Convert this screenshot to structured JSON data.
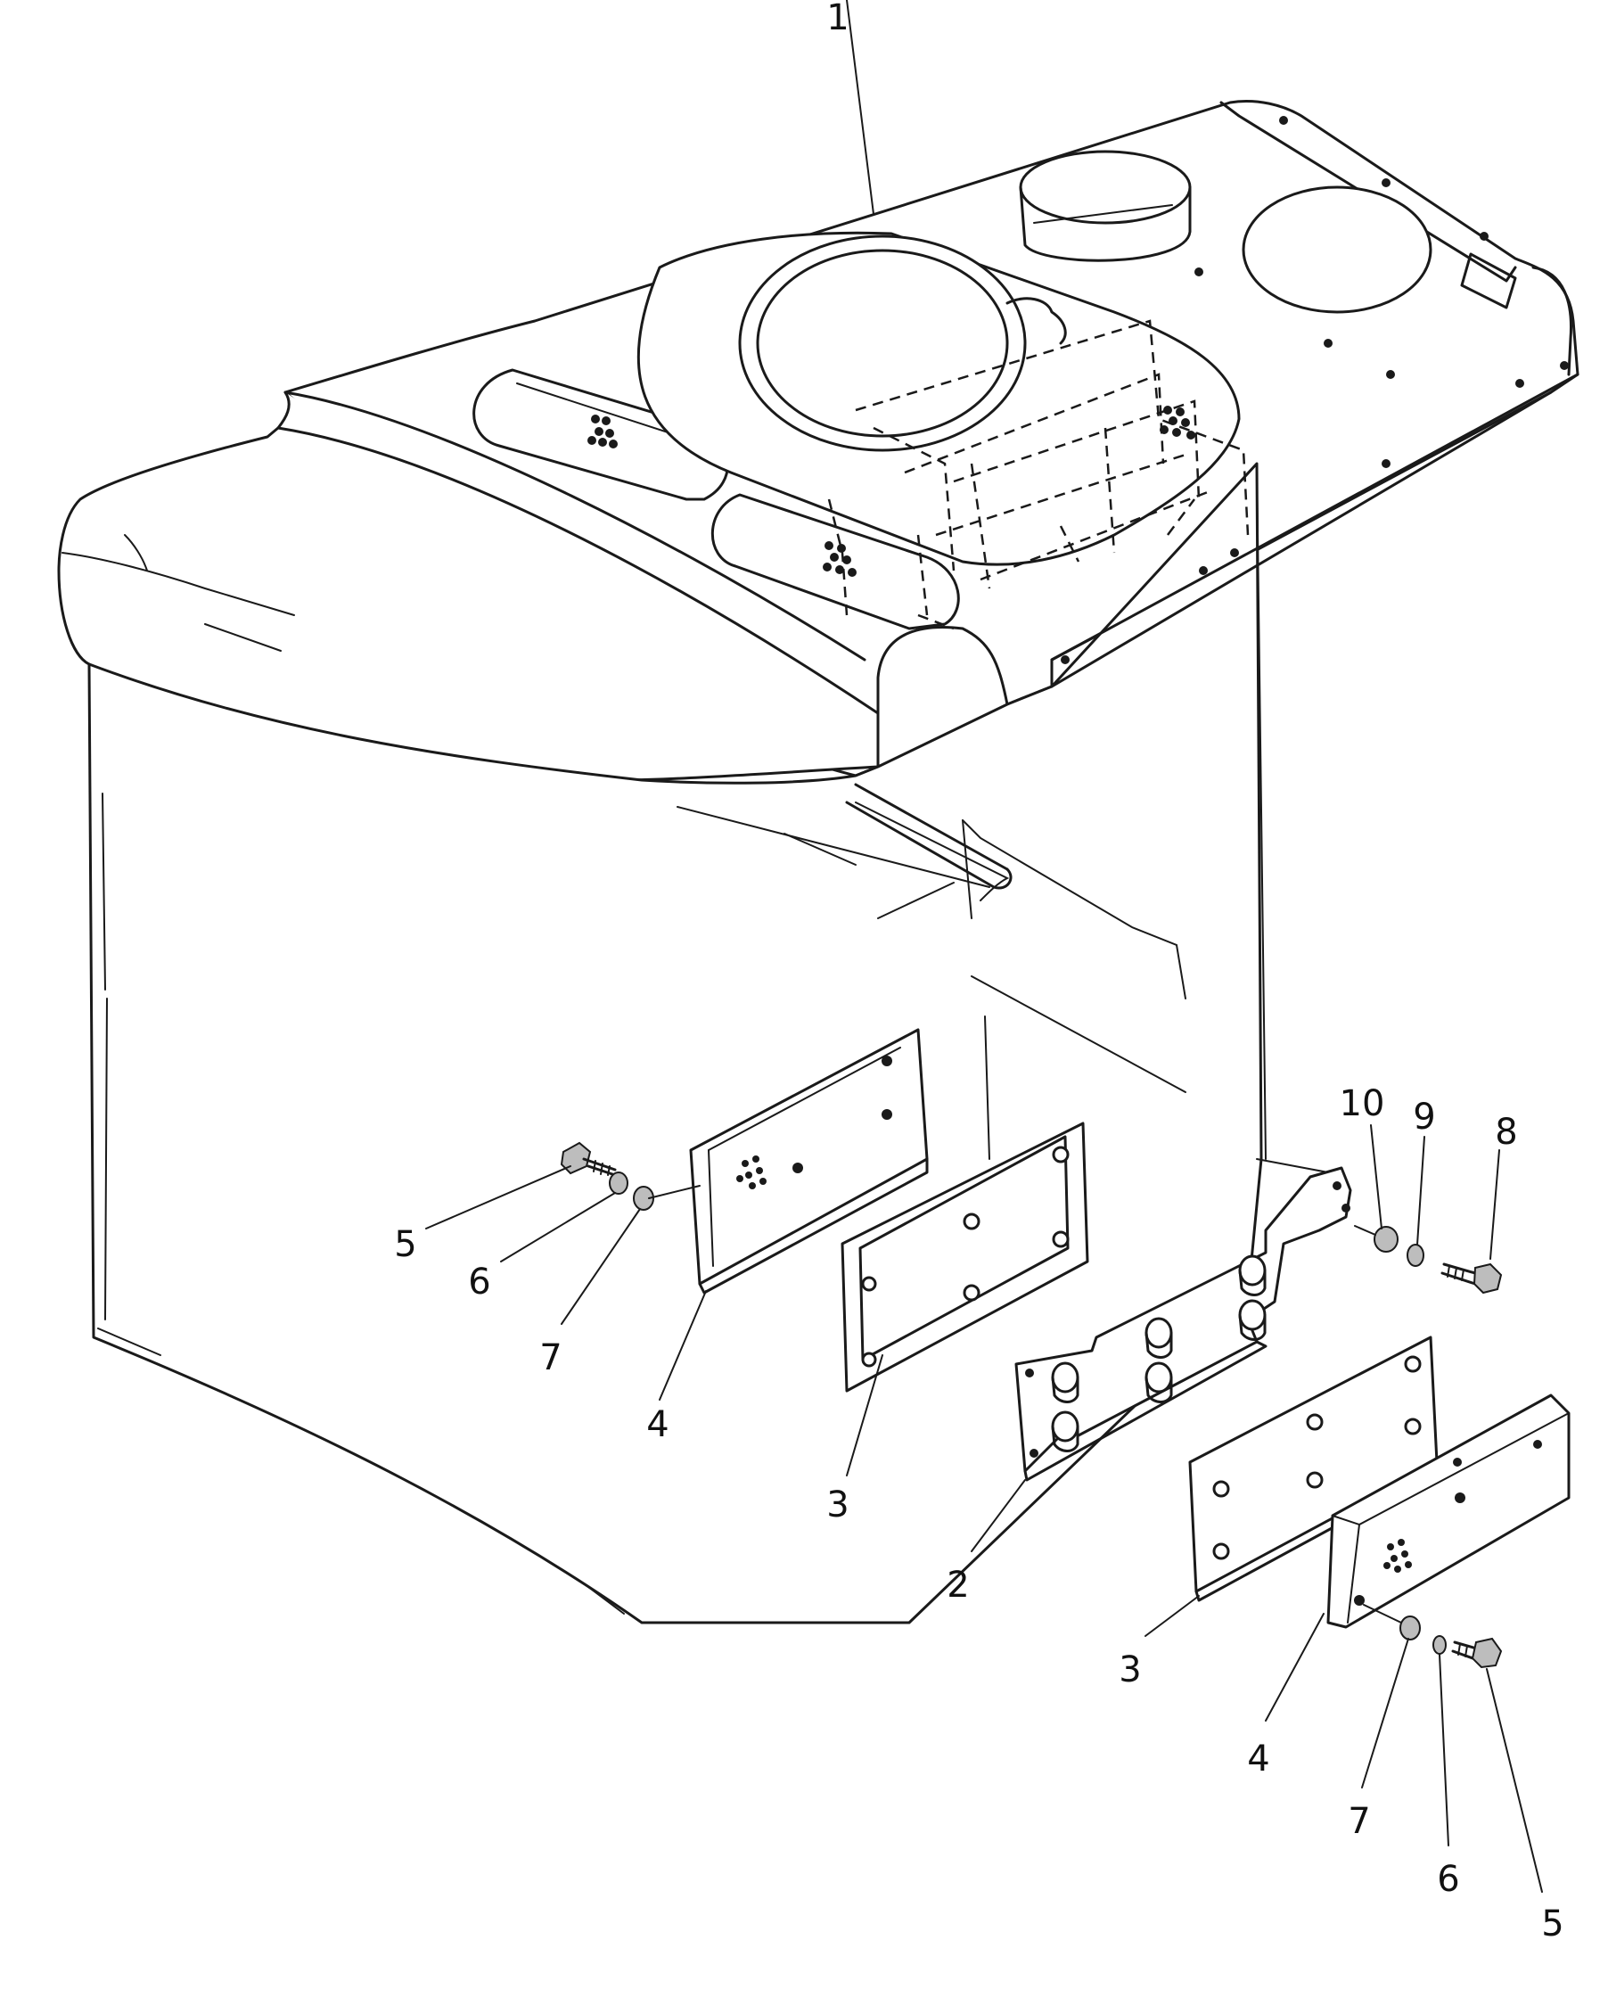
{
  "callouts": [
    {
      "id": "c1",
      "text": "1"
    },
    {
      "id": "c10",
      "text": "10"
    },
    {
      "id": "c9",
      "text": "9"
    },
    {
      "id": "c8",
      "text": "8"
    },
    {
      "id": "c5a",
      "text": "5"
    },
    {
      "id": "c6a",
      "text": "6"
    },
    {
      "id": "c7a",
      "text": "7"
    },
    {
      "id": "c4a",
      "text": "4"
    },
    {
      "id": "c3a",
      "text": "3"
    },
    {
      "id": "c2",
      "text": "2"
    },
    {
      "id": "c3b",
      "text": "3"
    },
    {
      "id": "c4b",
      "text": "4"
    },
    {
      "id": "c7b",
      "text": "7"
    },
    {
      "id": "c6b",
      "text": "6"
    },
    {
      "id": "c5b",
      "text": "5"
    }
  ]
}
